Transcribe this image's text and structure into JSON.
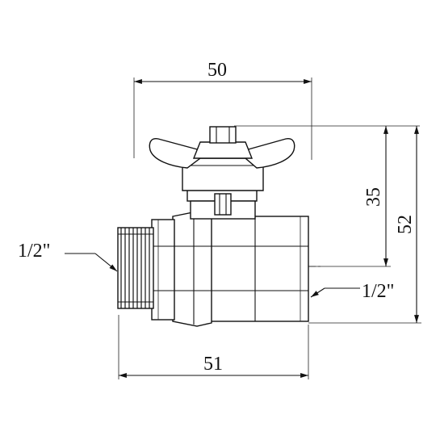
{
  "drawing": {
    "dims": {
      "overall_width": "50",
      "height_to_axis": "35",
      "overall_height": "52",
      "body_length": "51"
    },
    "threads": {
      "left": "1/2\"",
      "right": "1/2\""
    }
  }
}
